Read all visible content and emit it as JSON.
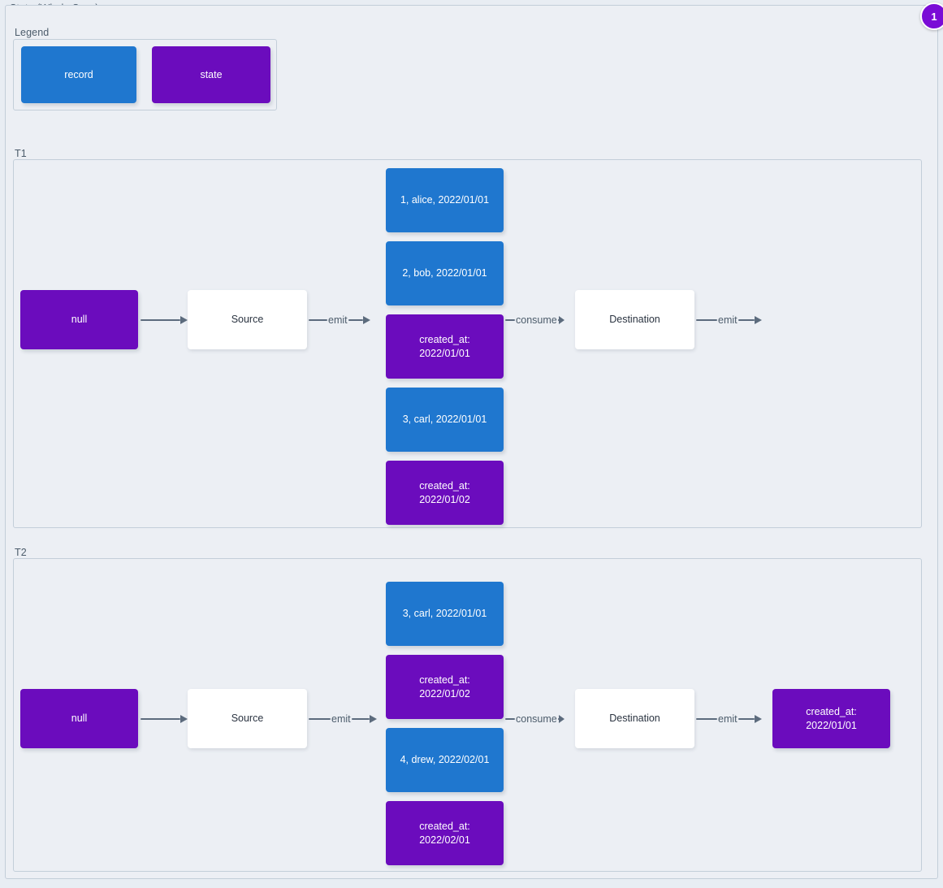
{
  "diagram": {
    "title": "State (Whole Sync)",
    "badge": "1",
    "colors": {
      "record": "#1f77cf",
      "state": "#6b0cbd",
      "plain": "#ffffff",
      "edge": "#5c6b7d",
      "frame_bg": "#eceff4",
      "frame_border": "#c3ced9",
      "badge": "#7a0cd6"
    }
  },
  "legend": {
    "label": "Legend",
    "items": [
      {
        "label": "record",
        "kind": "record"
      },
      {
        "label": "state",
        "kind": "state"
      }
    ]
  },
  "groups": [
    {
      "label": "T1",
      "start_state": "null",
      "source": "Source",
      "destination": "Destination",
      "edges": {
        "state_to_source": "",
        "source_emit": "emit",
        "consume": "consume",
        "dest_emit": "emit"
      },
      "stream": [
        {
          "kind": "record",
          "label": "1, alice, 2022/01/01"
        },
        {
          "kind": "record",
          "label": "2, bob, 2022/01/01"
        },
        {
          "kind": "state",
          "label": "created_at:\n2022/01/01"
        },
        {
          "kind": "record",
          "label": "3, carl, 2022/01/01"
        },
        {
          "kind": "state",
          "label": "created_at:\n2022/01/02"
        }
      ],
      "output_state": null
    },
    {
      "label": "T2",
      "start_state": "null",
      "source": "Source",
      "destination": "Destination",
      "edges": {
        "state_to_source": "",
        "source_emit": "emit",
        "consume": "consume",
        "dest_emit": "emit"
      },
      "stream": [
        {
          "kind": "record",
          "label": "3, carl, 2022/01/01"
        },
        {
          "kind": "state",
          "label": "created_at:\n2022/01/02"
        },
        {
          "kind": "record",
          "label": "4, drew, 2022/02/01"
        },
        {
          "kind": "state",
          "label": "created_at:\n2022/02/01"
        }
      ],
      "output_state": {
        "kind": "state",
        "label": "created_at:\n2022/01/01"
      }
    }
  ]
}
